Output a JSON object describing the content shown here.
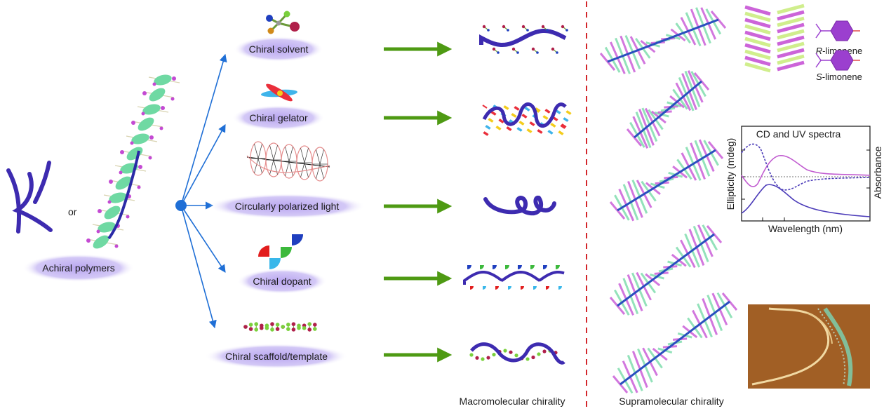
{
  "colors": {
    "pill": "#c7b8f2",
    "polymer": "#3d2bb0",
    "arrow_blue": "#1f6fd6",
    "arrow_green": "#4e9a13",
    "divider": "#d3262b",
    "supra_green": "#6fd9a3",
    "supra_magenta": "#c44ad3",
    "limonene_hex": "#9b3fcf",
    "cd_curve": "#c15cd0",
    "uv_curve": "#4a3ab8",
    "afm_bg": "#9a5a22"
  },
  "left": {
    "or_text": "or",
    "achiral_label": "Achiral polymers"
  },
  "methods": [
    {
      "id": "solvent",
      "label": "Chiral solvent"
    },
    {
      "id": "gelator",
      "label": "Chiral   gelator"
    },
    {
      "id": "light",
      "label": "Circularly polarized light"
    },
    {
      "id": "dopant",
      "label": "Chiral dopant"
    },
    {
      "id": "scaffold",
      "label": "Chiral scaffold/template"
    }
  ],
  "captions": {
    "macro": "Macromolecular chirality",
    "supra": "Supramolecular chirality"
  },
  "limonene": {
    "r_prefix": "R",
    "r_suffix": "-limonene",
    "s_prefix": "S",
    "s_suffix": "-limonene"
  },
  "spectra": {
    "title": "CD and UV spectra",
    "ylabel_left": "Ellipticity (mdeg)",
    "ylabel_right": "Absorbance",
    "xlabel": "Wavelength (nm)"
  }
}
